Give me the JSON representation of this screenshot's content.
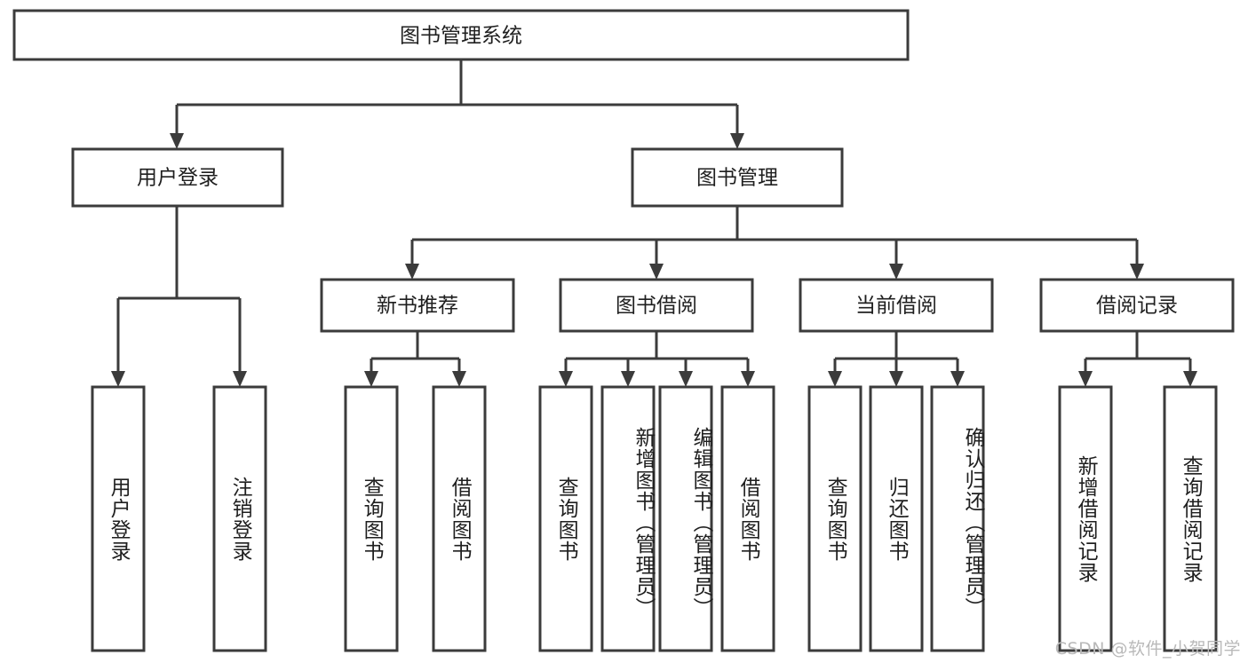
{
  "diagram": {
    "title": "图书管理系统",
    "type": "tree-hierarchy",
    "root": {
      "id": "root",
      "label": "图书管理系统"
    },
    "level1": [
      {
        "id": "user-login",
        "label": "用户登录"
      },
      {
        "id": "book-manage",
        "label": "图书管理"
      }
    ],
    "level2": [
      {
        "id": "new-book-recommend",
        "label": "新书推荐",
        "parent": "book-manage"
      },
      {
        "id": "book-borrow",
        "label": "图书借阅",
        "parent": "book-manage"
      },
      {
        "id": "current-borrow",
        "label": "当前借阅",
        "parent": "book-manage"
      },
      {
        "id": "borrow-record",
        "label": "借阅记录",
        "parent": "book-manage"
      }
    ],
    "leaves": [
      {
        "id": "leaf-user-login",
        "label": "用户登录",
        "parent": "user-login"
      },
      {
        "id": "leaf-logout",
        "label": "注销登录",
        "parent": "user-login"
      },
      {
        "id": "leaf-query-book-1",
        "label": "查询图书",
        "parent": "new-book-recommend"
      },
      {
        "id": "leaf-borrow-book-1",
        "label": "借阅图书",
        "parent": "new-book-recommend"
      },
      {
        "id": "leaf-query-book-2",
        "label": "查询图书",
        "parent": "book-borrow"
      },
      {
        "id": "leaf-add-book",
        "label": "新增图书（管理员）",
        "parent": "book-borrow"
      },
      {
        "id": "leaf-edit-book",
        "label": "编辑图书（管理员）",
        "parent": "book-borrow"
      },
      {
        "id": "leaf-borrow-book-2",
        "label": "借阅图书",
        "parent": "book-borrow"
      },
      {
        "id": "leaf-query-book-3",
        "label": "查询图书",
        "parent": "current-borrow"
      },
      {
        "id": "leaf-return-book",
        "label": "归还图书",
        "parent": "current-borrow"
      },
      {
        "id": "leaf-confirm-return",
        "label": "确认归还（管理员）",
        "parent": "current-borrow"
      },
      {
        "id": "leaf-add-record",
        "label": "新增借阅记录",
        "parent": "borrow-record"
      },
      {
        "id": "leaf-query-record",
        "label": "查询借阅记录",
        "parent": "borrow-record"
      }
    ]
  },
  "watermark": {
    "text": "CSDN @软件_小贺同学"
  },
  "colors": {
    "stroke": "#3b3b3b",
    "box_fill": "#ffffff",
    "text": "#1f1f1f",
    "watermark": "#b9b9b9",
    "background": "#ffffff"
  }
}
